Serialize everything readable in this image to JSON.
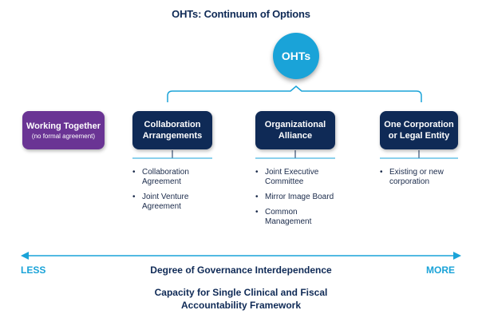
{
  "title": "OHTs: Continuum of Options",
  "center_node": "OHTs",
  "options": [
    {
      "label_line1": "Working Together",
      "sub": "(no formal agreement)",
      "items": []
    },
    {
      "label_line1": "Collaboration",
      "label_line2": "Arrangements",
      "items": [
        "Collaboration Agreement",
        "Joint Venture Agreement"
      ]
    },
    {
      "label_line1": "Organizational",
      "label_line2": "Alliance",
      "items": [
        "Joint Executive Committee",
        "Mirror Image Board",
        "Common Management"
      ]
    },
    {
      "label_line1": "One Corporation",
      "label_line2": "or Legal Entity",
      "items": [
        "Existing or new corporation"
      ]
    }
  ],
  "axis": {
    "left_label": "LESS",
    "right_label": "MORE",
    "center_label": "Degree of Governance Interdependence"
  },
  "footer_line1": "Capacity for Single Clinical and Fiscal",
  "footer_line2": "Accountability Framework",
  "colors": {
    "navy": "#0f2a56",
    "purple": "#6a3494",
    "accent_blue": "#1aa3d8"
  }
}
